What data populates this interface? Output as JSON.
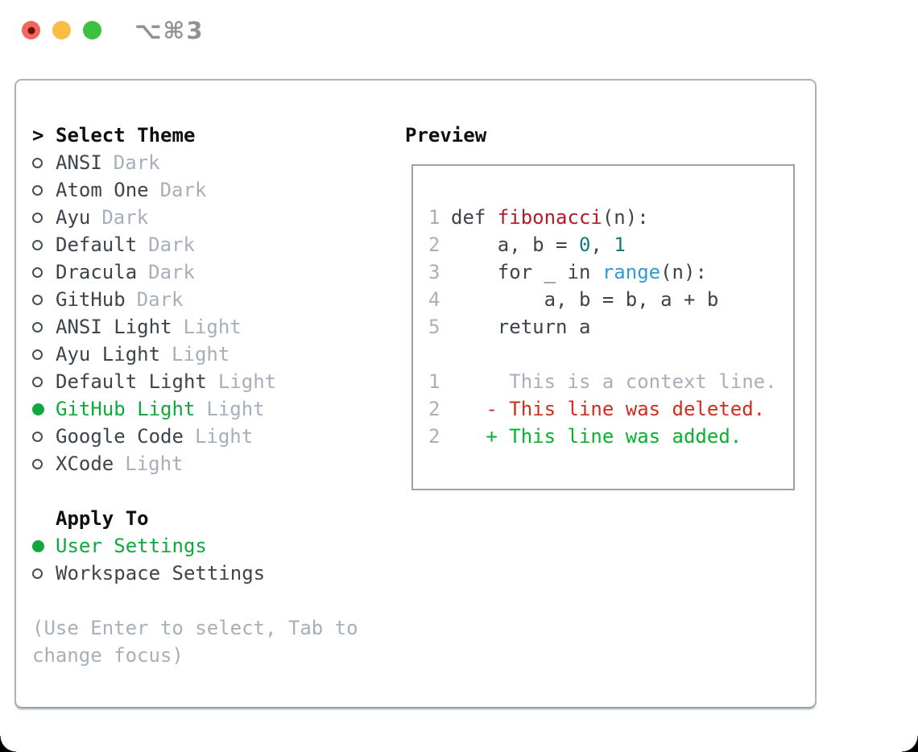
{
  "window": {
    "title": "⌥⌘3",
    "controls": [
      {
        "name": "close",
        "color": "#f0685d",
        "dot": "#6f0f0c"
      },
      {
        "name": "minimize",
        "color": "#f7bd45"
      },
      {
        "name": "zoom",
        "color": "#3cc23e"
      }
    ]
  },
  "theme_picker": {
    "header": {
      "prompt": ">",
      "label": "Select Theme"
    },
    "rows": [
      {
        "type": "theme",
        "name": "ANSI",
        "variant": "Dark",
        "selected": false
      },
      {
        "type": "theme",
        "name": "Atom One",
        "variant": "Dark",
        "selected": false
      },
      {
        "type": "theme",
        "name": "Ayu",
        "variant": "Dark",
        "selected": false
      },
      {
        "type": "theme",
        "name": "Default",
        "variant": "Dark",
        "selected": false
      },
      {
        "type": "theme",
        "name": "Dracula",
        "variant": "Dark",
        "selected": false
      },
      {
        "type": "theme",
        "name": "GitHub",
        "variant": "Dark",
        "selected": false
      },
      {
        "type": "theme",
        "name": "ANSI Light",
        "variant": "Light",
        "selected": false
      },
      {
        "type": "theme",
        "name": "Ayu Light",
        "variant": "Light",
        "selected": false
      },
      {
        "type": "theme",
        "name": "Default Light",
        "variant": "Light",
        "selected": false
      },
      {
        "type": "theme",
        "name": "GitHub Light",
        "variant": "Light",
        "selected": true
      },
      {
        "type": "theme",
        "name": "Google Code",
        "variant": "Light",
        "selected": false
      },
      {
        "type": "theme",
        "name": "XCode",
        "variant": "Light",
        "selected": false
      }
    ],
    "apply_to": {
      "label": "Apply To",
      "options": [
        {
          "label": "User Settings",
          "selected": true
        },
        {
          "label": "Workspace Settings",
          "selected": false
        }
      ]
    },
    "footer_lines": [
      "(Use Enter to select, Tab to",
      "change focus)"
    ]
  },
  "preview": {
    "label": "Preview",
    "lines": [
      {
        "num": "1",
        "segments": [
          {
            "t": "def "
          },
          {
            "t": "fibonacci",
            "c": "fn"
          },
          {
            "t": "(n):"
          }
        ]
      },
      {
        "num": "2",
        "segments": [
          {
            "t": "    a, b = "
          },
          {
            "t": "0",
            "c": "num"
          },
          {
            "t": ", "
          },
          {
            "t": "1",
            "c": "num"
          }
        ]
      },
      {
        "num": "3",
        "segments": [
          {
            "t": "    for _ in "
          },
          {
            "t": "range",
            "c": "bi"
          },
          {
            "t": "(n):"
          }
        ]
      },
      {
        "num": "4",
        "segments": [
          {
            "t": "        a, b = b, a + b"
          }
        ]
      },
      {
        "num": "5",
        "segments": [
          {
            "t": "    return a"
          }
        ]
      },
      {
        "blank": true
      },
      {
        "num": "1",
        "segments": [
          {
            "t": "     This is a context line.",
            "c": "ctx"
          }
        ]
      },
      {
        "num": "2",
        "segments": [
          {
            "t": "   - This line was deleted.",
            "c": "del"
          }
        ]
      },
      {
        "num": "2",
        "segments": [
          {
            "t": "   + This line was added.",
            "c": "add"
          }
        ]
      }
    ]
  },
  "colors": {
    "header": "#0d0f11",
    "text": "#3d444c",
    "muted": "#a7afba",
    "selected": "#10a83e",
    "added": "#04b32f",
    "deleted": "#cf2e1f",
    "function": "#ab2028",
    "number": "#0f7f79",
    "builtin": "#2e9bd8"
  }
}
